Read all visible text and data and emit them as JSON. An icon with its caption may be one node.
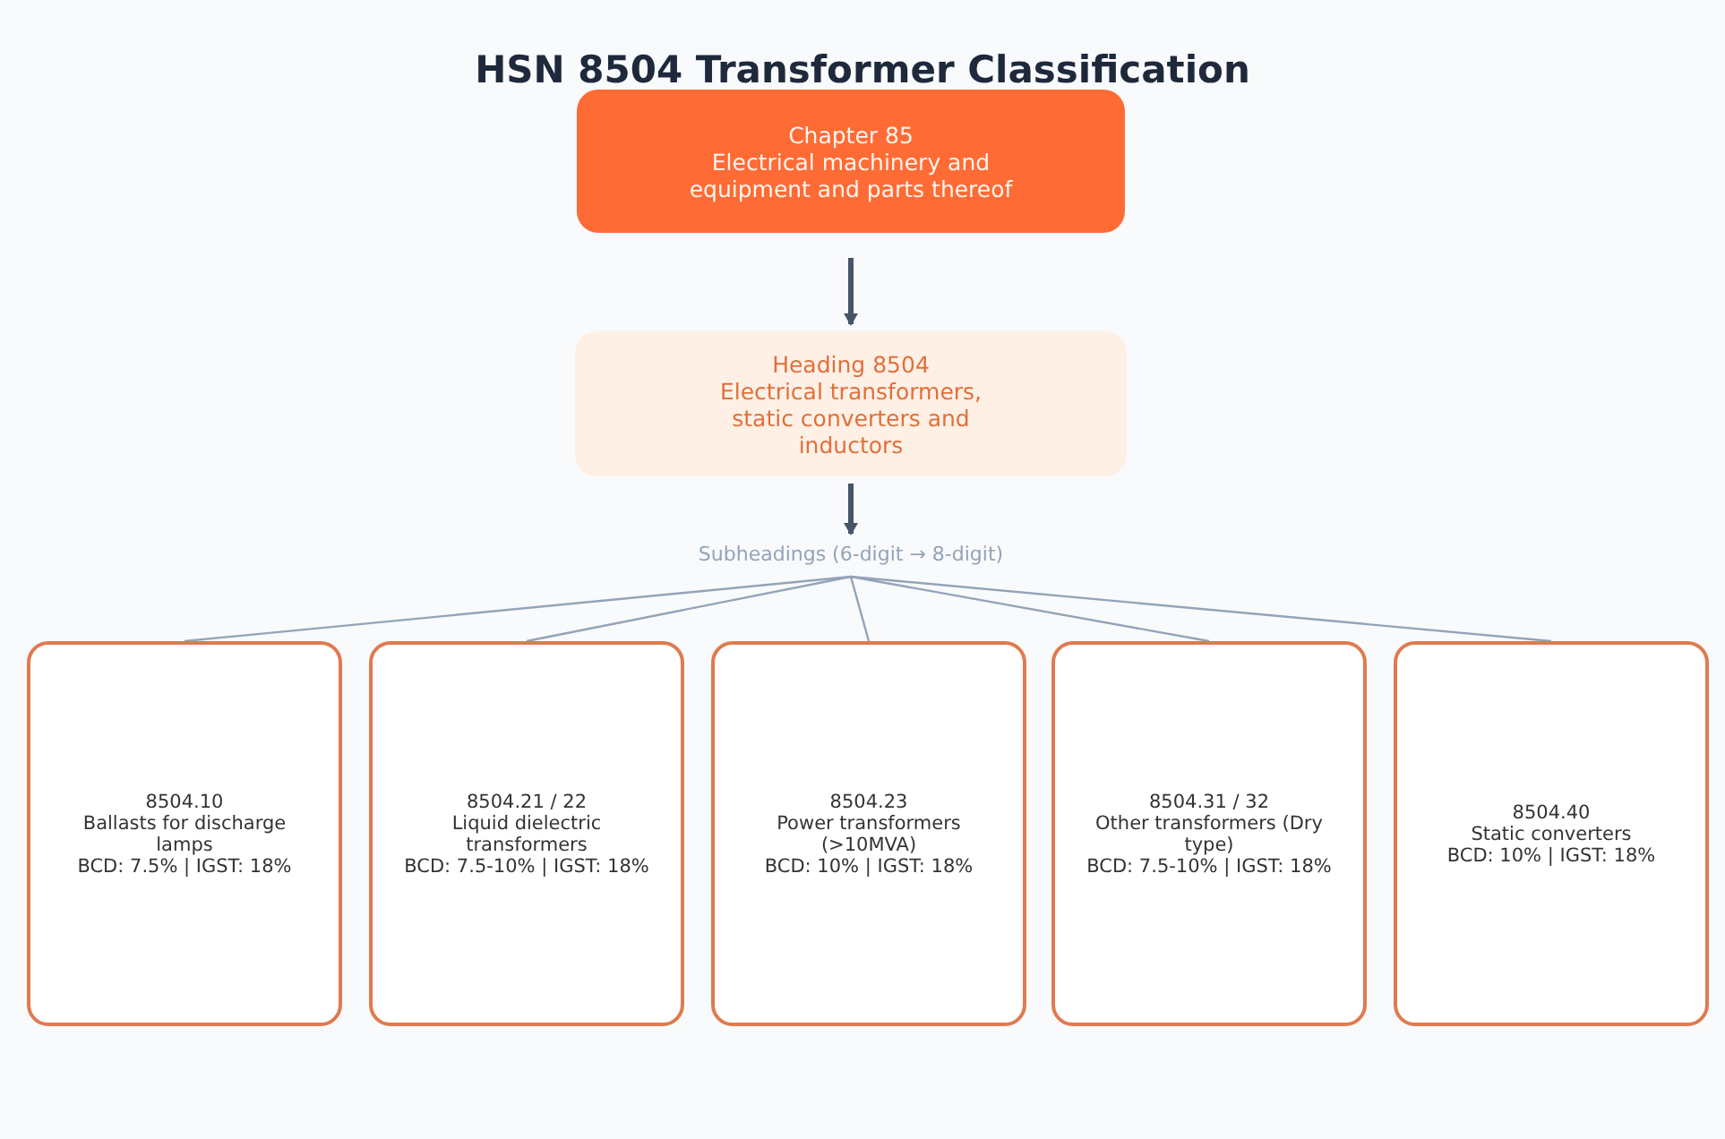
{
  "diagram": {
    "title": "HSN 8504 Transformer Classification",
    "nodes": [
      {
        "text": [
          "Chapter 85",
          "Electrical machinery and equipment and parts thereof"
        ]
      },
      {
        "text": [
          "Heading 8504",
          "Electrical transformers, static converters and inductors"
        ]
      },
      {
        "text": [
          "Subheadings (6-digit → 8-digit)"
        ]
      },
      {
        "text": [
          "8504.10",
          "Ballasts for discharge lamps",
          "BCD: 7.5% | IGST: 18%"
        ]
      },
      {
        "text": [
          "8504.21 / 22",
          "Liquid dielectric transformers",
          "BCD: 7.5-10% | IGST: 18%"
        ]
      },
      {
        "text": [
          "8504.23",
          "Power transformers (>10MVA)",
          "BCD: 10% | IGST: 18%"
        ]
      },
      {
        "text": [
          "8504.31 / 32",
          "Other transformers (Dry type)",
          "BCD: 7.5-10% | IGST: 18%"
        ]
      },
      {
        "text": [
          "8504.40",
          "Static converters",
          "BCD: 10% | IGST: 18%"
        ]
      }
    ],
    "edges": [
      {
        "from": 0,
        "to": 1,
        "arrow": "to",
        "style": "thick"
      },
      {
        "from": 1,
        "to": 2,
        "arrow": "to",
        "style": "thick"
      },
      {
        "from": 2,
        "to": 3,
        "arrow": "none"
      },
      {
        "from": 2,
        "to": 4,
        "arrow": "none"
      },
      {
        "from": 2,
        "to": 5,
        "arrow": "none"
      },
      {
        "from": 2,
        "to": 6,
        "arrow": "none"
      },
      {
        "from": 2,
        "to": 7,
        "arrow": "none"
      }
    ]
  }
}
